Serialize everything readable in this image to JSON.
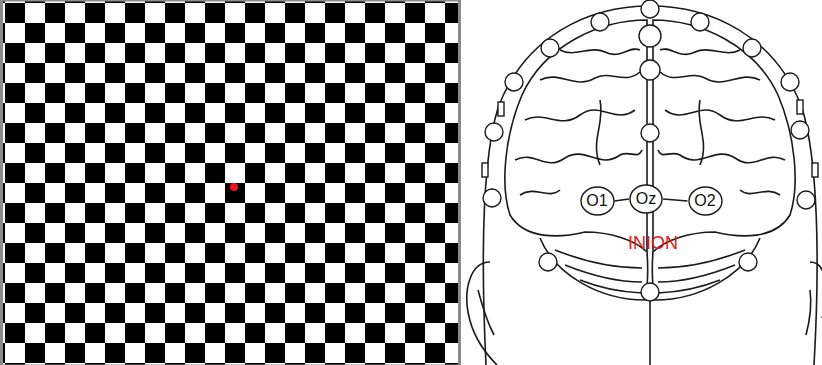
{
  "diagram": {
    "nodes": [
      {
        "text": [
          "O1"
        ]
      },
      {
        "text": [
          "Oz"
        ]
      },
      {
        "text": [
          "O2"
        ]
      }
    ],
    "edges": [
      {
        "from": 0,
        "to": 1,
        "arrow": "none"
      },
      {
        "from": 1,
        "to": 2,
        "arrow": "none"
      }
    ],
    "labels": [
      "INION"
    ]
  }
}
